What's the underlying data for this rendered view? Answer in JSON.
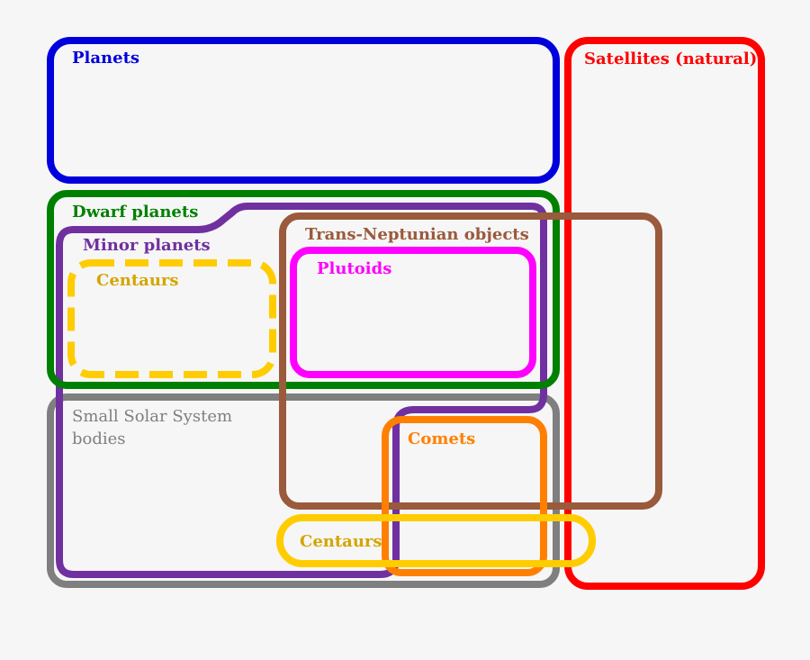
{
  "diagram": {
    "sets": {
      "planets": {
        "label": "Planets",
        "color": "#0000dd"
      },
      "satellites": {
        "label": "Satellites (natural)",
        "color": "#ff0000"
      },
      "dwarf_planets": {
        "label": "Dwarf planets",
        "color": "#008000"
      },
      "minor_planets": {
        "label": "Minor planets",
        "color": "#7030a0"
      },
      "centaurs_dwarf": {
        "label": "Centaurs",
        "color": "#ffcc00",
        "style": "dashed"
      },
      "tno": {
        "label": "Trans-Neptunian objects",
        "color": "#9a5a3c"
      },
      "plutoids": {
        "label": "Plutoids",
        "color": "#ff00ff"
      },
      "sssb": {
        "label": "Small Solar System",
        "label_line2": "bodies",
        "color": "#7f7f7f"
      },
      "comets": {
        "label": "Comets",
        "color": "#ff8000"
      },
      "centaurs_small": {
        "label": "Centaurs",
        "color": "#ffcc00",
        "style": "solid"
      }
    }
  }
}
